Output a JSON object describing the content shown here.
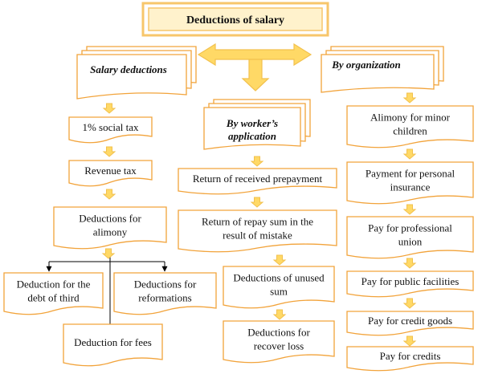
{
  "colors": {
    "border": "#F2A33A",
    "title_fill": "#FFF2CC",
    "title_border": "#F7C66B",
    "arrow_fill": "#FFD966",
    "arrow_stroke": "#F2C14E",
    "text": "#111111",
    "connector": "#000000"
  },
  "title": "Deductions of salary",
  "headers": {
    "salary": "Salary deductions",
    "worker": [
      "By worker’s",
      "application"
    ],
    "organization": "By organization"
  },
  "salary_items": [
    [
      "1% social tax"
    ],
    [
      "Revenue tax"
    ],
    [
      "Deductions for",
      "alimony"
    ]
  ],
  "alimony_branches": [
    [
      "Deduction for the",
      "debt of third"
    ],
    [
      "Deductions for",
      "reformations"
    ],
    [
      "Deduction for fees"
    ]
  ],
  "worker_items": [
    [
      "Return of received prepayment"
    ],
    [
      "Return of repay sum in the",
      "result of mistake"
    ],
    [
      "Deductions of unused",
      "sum"
    ],
    [
      "Deductions for",
      "recover loss"
    ]
  ],
  "organization_items": [
    [
      "Alimony for minor",
      "children"
    ],
    [
      "Payment for personal",
      "insurance"
    ],
    [
      "Pay for professional",
      "union"
    ],
    [
      "Pay for public facilities"
    ],
    [
      "Pay for credit goods"
    ],
    [
      "Pay for credits"
    ]
  ]
}
